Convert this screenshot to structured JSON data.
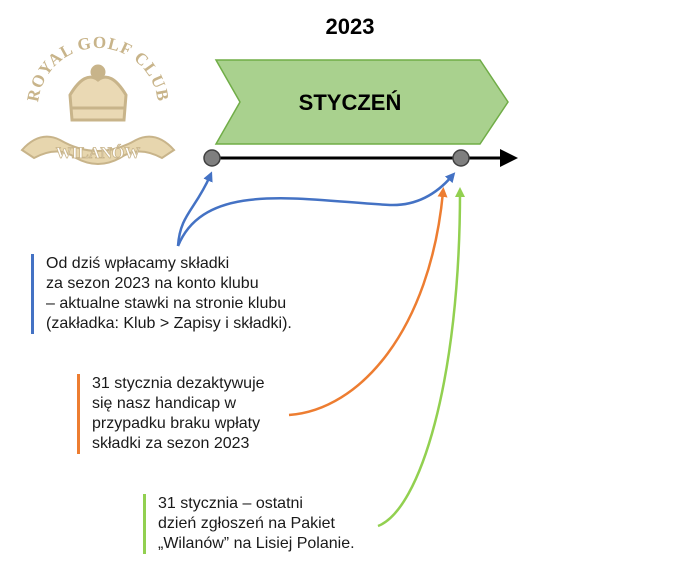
{
  "year": "2023",
  "logo": {
    "arc_text": "ROYAL GOLF CLUB",
    "banner_text": "WILANÓW",
    "color": "#c8b48a"
  },
  "timeline": {
    "month_label": "STYCZEŃ",
    "chevron_fill": "#a9d18e",
    "chevron_stroke": "#70ad47",
    "line_color": "#000000",
    "marker_color": "#7f7f7f"
  },
  "notes": [
    {
      "color": "#4472c4",
      "lines": [
        "Od dziś wpłacamy składki",
        "za sezon 2023 na konto klubu",
        "– aktualne stawki na stronie klubu",
        "(zakładka: Klub > Zapisy i składki)."
      ]
    },
    {
      "color": "#ed7d31",
      "lines": [
        "31 stycznia dezaktywuje",
        "się nasz handicap w",
        "przypadku braku wpłaty",
        "składki za sezon 2023"
      ]
    },
    {
      "color": "#92d050",
      "lines": [
        "31 stycznia – ostatni",
        "dzień zgłoszeń na Pakiet",
        "„Wilanów” na Lisiej Polanie."
      ]
    }
  ]
}
